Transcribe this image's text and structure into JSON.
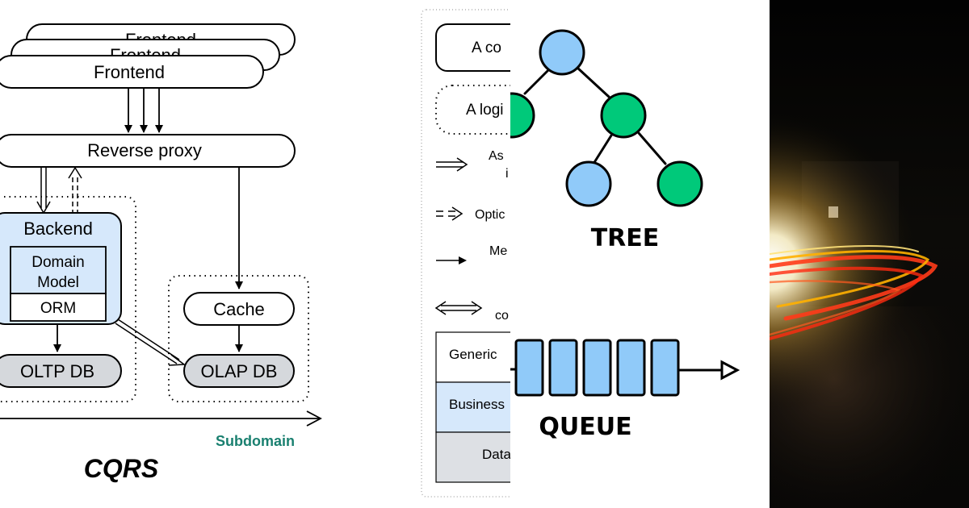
{
  "cqrs": {
    "frontend_label": "Frontend",
    "reverse_proxy_label": "Reverse proxy",
    "backend_label": "Backend",
    "domain_model_line1": "Domain",
    "domain_model_line2": "Model",
    "orm_label": "ORM",
    "cache_label": "Cache",
    "oltp_label": "OLTP DB",
    "olap_label": "OLAP DB",
    "axis_label": "Subdomain",
    "title": "CQRS",
    "colors": {
      "backend_fill": "#d6e8fb",
      "db_fill": "#d5d8dc",
      "axis_label": "#1a8070"
    }
  },
  "legend": {
    "component_label": "A co",
    "logical_label": "A logi",
    "async_label_line1": "As",
    "async_label_line2": "i",
    "optional_label": "Optic",
    "message_label": "Me",
    "bidirectional_label": "co",
    "layers": [
      "Generic",
      "Business",
      "Data"
    ],
    "colors": {
      "business_fill": "#d6e8fb",
      "data_fill": "#dde0e4"
    }
  },
  "data_structures": {
    "tree_label": "TREE",
    "queue_label": "QUEUE",
    "colors": {
      "blue_node": "#90caf9",
      "green_node": "#00c97a",
      "queue_fill": "#90caf9"
    }
  },
  "photo": {
    "description_free": true,
    "colors": {
      "background": "#050505",
      "glow": "#fff6d0",
      "streak_red": "#ff3b1a",
      "streak_orange": "#ffb000"
    }
  }
}
